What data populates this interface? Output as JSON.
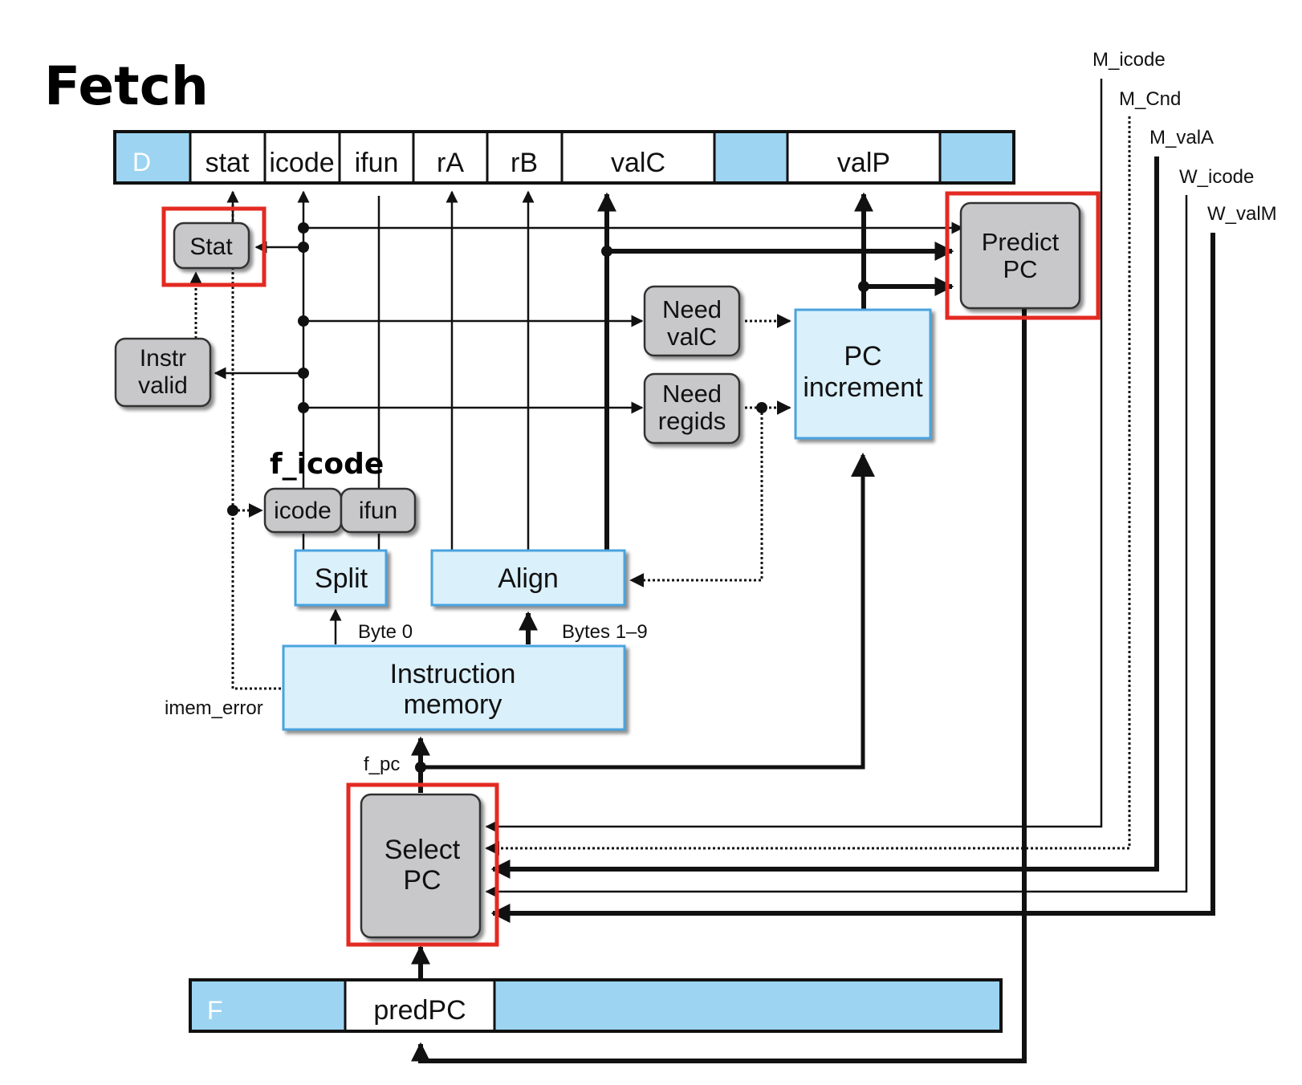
{
  "title": "Fetch",
  "annotation": "f_icode",
  "d_register": {
    "label": "D",
    "fields": [
      "stat",
      "icode",
      "ifun",
      "rA",
      "rB",
      "valC",
      "valP"
    ]
  },
  "f_register": {
    "label": "F",
    "fields": [
      "predPC"
    ]
  },
  "blocks": {
    "stat": "Stat",
    "instr_valid": [
      "Instr",
      "valid"
    ],
    "need_valc": [
      "Need",
      "valC"
    ],
    "need_regids": [
      "Need",
      "regids"
    ],
    "pc_increment": [
      "PC",
      "increment"
    ],
    "predict_pc": [
      "Predict",
      "PC"
    ],
    "icode": "icode",
    "ifun": "ifun",
    "split": "Split",
    "align": "Align",
    "instruction_memory": [
      "Instruction",
      "memory"
    ],
    "select_pc": [
      "Select",
      "PC"
    ]
  },
  "signals": {
    "byte0": "Byte 0",
    "bytes19": "Bytes 1–9",
    "imem_error": "imem_error",
    "f_pc": "f_pc",
    "m_icode": "M_icode",
    "m_cnd": "M_Cnd",
    "m_vala": "M_valA",
    "w_icode": "W_icode",
    "w_valm": "W_valM"
  },
  "colors": {
    "register_fill": "#9dd4f1",
    "logic_fill": "#c8c8ca",
    "hw_fill": "#daf0fb",
    "hw_stroke": "#4aa3df",
    "highlight": "#e32a22",
    "wire": "#111111"
  }
}
